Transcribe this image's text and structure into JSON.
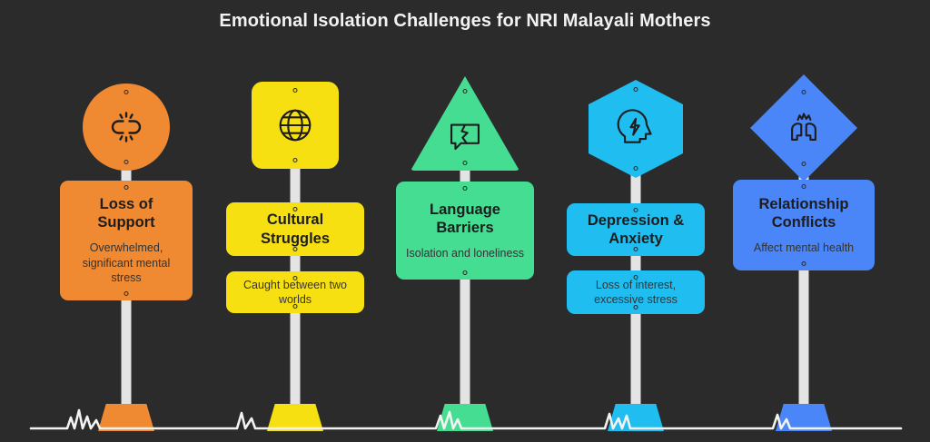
{
  "header": {
    "title": "Emotional Isolation Challenges for NRI Malayali Mothers"
  },
  "theme": {
    "background": "#2b2b2b",
    "title_color": "#f2f2f2",
    "pole_color": "#e4e4e4",
    "ground_line_color": "#f2f2f2",
    "card_title_color": "#1d1d1d",
    "card_desc_color": "#333333"
  },
  "columns": [
    {
      "id": "loss-of-support",
      "title": "Loss of Support",
      "description": "Overwhelmed, significant mental stress",
      "color": "#ef8a33",
      "icon": "broken-chain-icon",
      "shape": "circle",
      "card_layout": "combined"
    },
    {
      "id": "cultural-struggles",
      "title": "Cultural Struggles",
      "description": "Caught between two worlds",
      "color": "#f7e011",
      "icon": "globe-icon",
      "shape": "rounded-square",
      "card_layout": "split"
    },
    {
      "id": "language-barriers",
      "title": "Language Barriers",
      "description": "Isolation and loneliness",
      "color": "#45dd92",
      "icon": "cracked-speech-bubble-icon",
      "shape": "triangle",
      "card_layout": "combined"
    },
    {
      "id": "depression-anxiety",
      "title": "Depression & Anxiety",
      "description": "Loss of interest, excessive stress",
      "color": "#1fbdf0",
      "icon": "head-lightning-icon",
      "shape": "hexagon",
      "card_layout": "split"
    },
    {
      "id": "relationship-conflicts",
      "title": "Relationship Conflicts",
      "description": "Affect mental health",
      "color": "#4a86f7",
      "icon": "two-people-conflict-icon",
      "shape": "diamond",
      "card_layout": "combined"
    }
  ]
}
